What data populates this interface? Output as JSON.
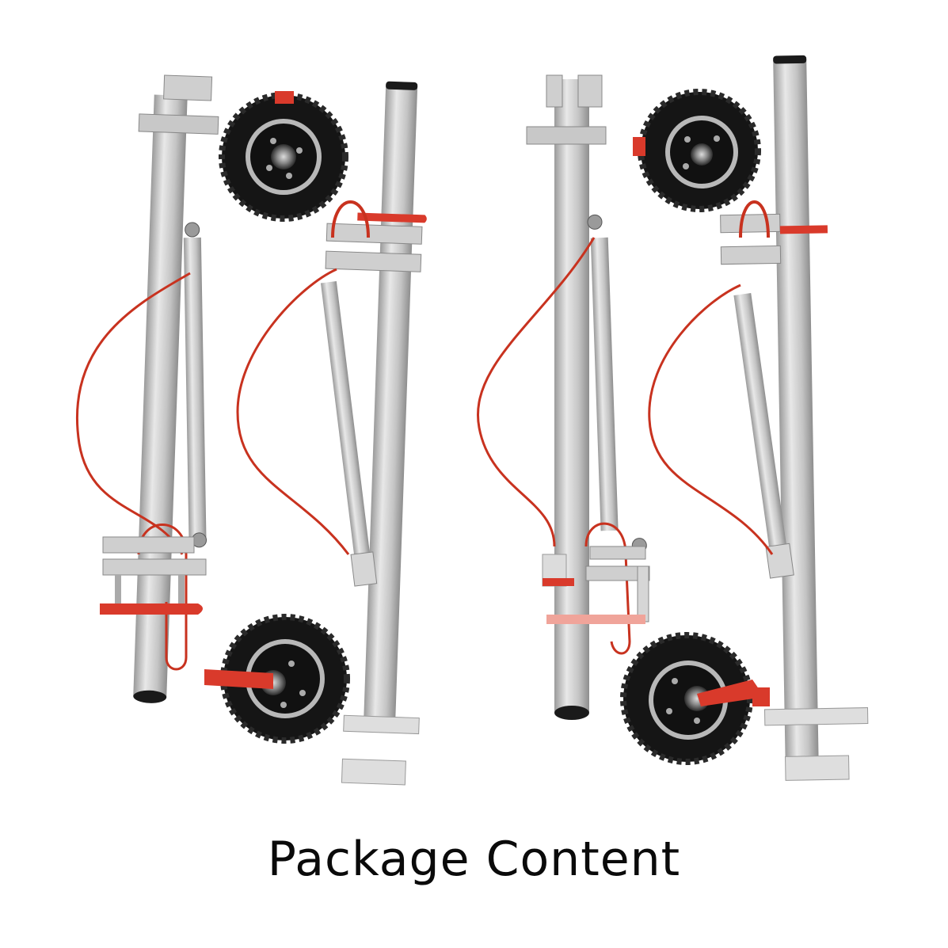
{
  "caption": "Package Content",
  "colors": {
    "background": "#ffffff",
    "aluminum_light": "#e4e4e4",
    "aluminum_mid": "#c2c2c2",
    "aluminum_dark": "#9a9a9a",
    "cable_red": "#c8321f",
    "clamp_red": "#d93a2b",
    "tire_black": "#151515",
    "rim_silver": "#b8b8b8",
    "caption_text": "#0a0a0a"
  },
  "items": [
    {
      "name": "left-assembly-main-pole",
      "kind": "pole"
    },
    {
      "name": "left-assembly-upper-wheel",
      "kind": "wheel"
    },
    {
      "name": "left-assembly-second-pole",
      "kind": "pole"
    },
    {
      "name": "left-assembly-lower-wheel",
      "kind": "wheel"
    },
    {
      "name": "right-assembly-main-pole",
      "kind": "pole"
    },
    {
      "name": "right-assembly-upper-wheel",
      "kind": "wheel"
    },
    {
      "name": "right-assembly-second-pole",
      "kind": "pole"
    },
    {
      "name": "right-assembly-lower-wheel",
      "kind": "wheel"
    }
  ]
}
